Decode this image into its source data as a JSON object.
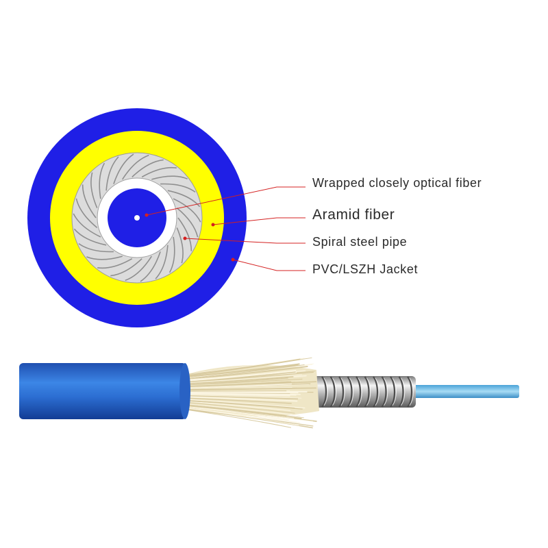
{
  "labels": {
    "fiber": "Wrapped closely optical fiber",
    "aramid": "Aramid fiber",
    "steel": "Spiral steel pipe",
    "jacket": "PVC/LSZH Jacket"
  },
  "colors": {
    "jacket_blue": "#1f1fe6",
    "aramid_yellow": "#ffff00",
    "steel_gray": "#dcdcdc",
    "leader_red": "#d42020",
    "cable_blue": "#2f6fd0",
    "aramid_cream": "#efe6c6",
    "fiber_light_blue": "#6fc0e8",
    "text": "#2a2a2a"
  },
  "icons": [
    "spiral-blade-icon"
  ]
}
